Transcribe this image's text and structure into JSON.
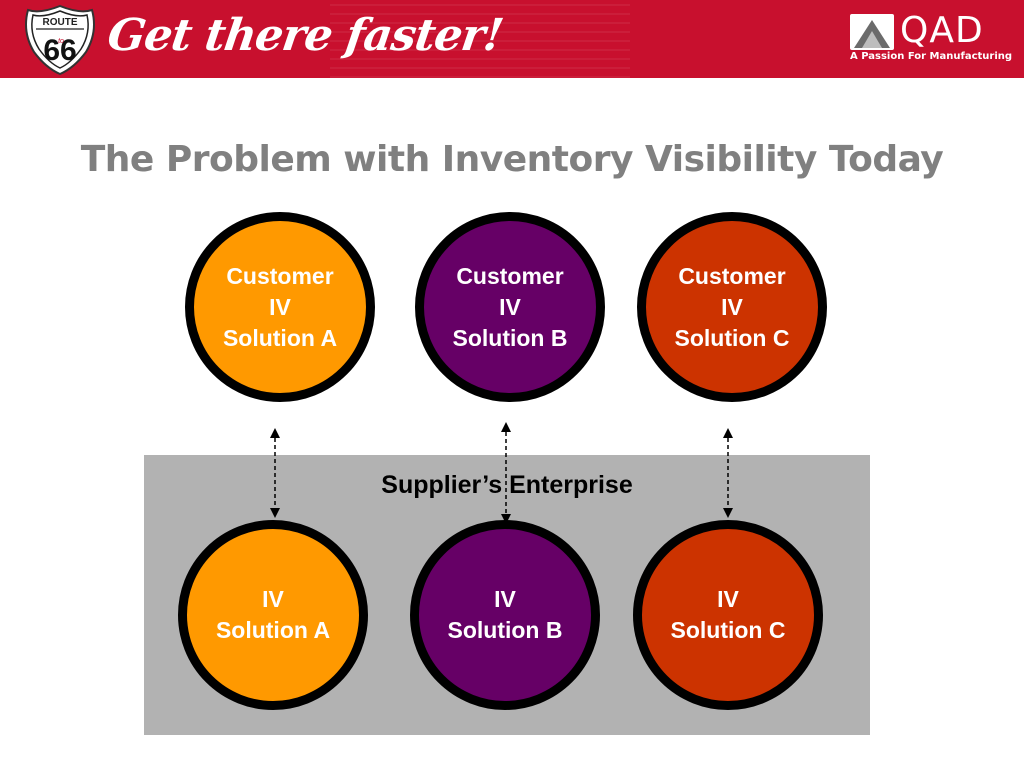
{
  "header": {
    "route_sign": {
      "top": "ROUTE",
      "number": "66",
      "small": "to"
    },
    "tagline": "Get there faster!",
    "logo_name": "QAD",
    "logo_slogan": "A Passion For Manufacturing",
    "banner_color": "#c8102e"
  },
  "title": "The Problem with Inventory Visibility Today",
  "enterprise": {
    "label": "Supplier’s Enterprise",
    "color": "#b2b2b2"
  },
  "customer_nodes": [
    {
      "lines": [
        "Customer",
        "IV",
        "Solution A"
      ],
      "color": "#ff9900"
    },
    {
      "lines": [
        "Customer",
        "IV",
        "Solution B"
      ],
      "color": "#660066"
    },
    {
      "lines": [
        "Customer",
        "IV",
        "Solution C"
      ],
      "color": "#cc3300"
    }
  ],
  "supplier_nodes": [
    {
      "lines": [
        "IV",
        "Solution A"
      ],
      "color": "#ff9900"
    },
    {
      "lines": [
        "IV",
        "Solution B"
      ],
      "color": "#660066"
    },
    {
      "lines": [
        "IV",
        "Solution C"
      ],
      "color": "#cc3300"
    }
  ],
  "connections": [
    {
      "from": "Customer IV Solution A",
      "to": "IV Solution A",
      "style": "dashed",
      "arrows": "both"
    },
    {
      "from": "Customer IV Solution B",
      "to": "IV Solution B",
      "style": "dashed",
      "arrows": "both"
    },
    {
      "from": "Customer IV Solution C",
      "to": "IV Solution C",
      "style": "dashed",
      "arrows": "both"
    }
  ]
}
